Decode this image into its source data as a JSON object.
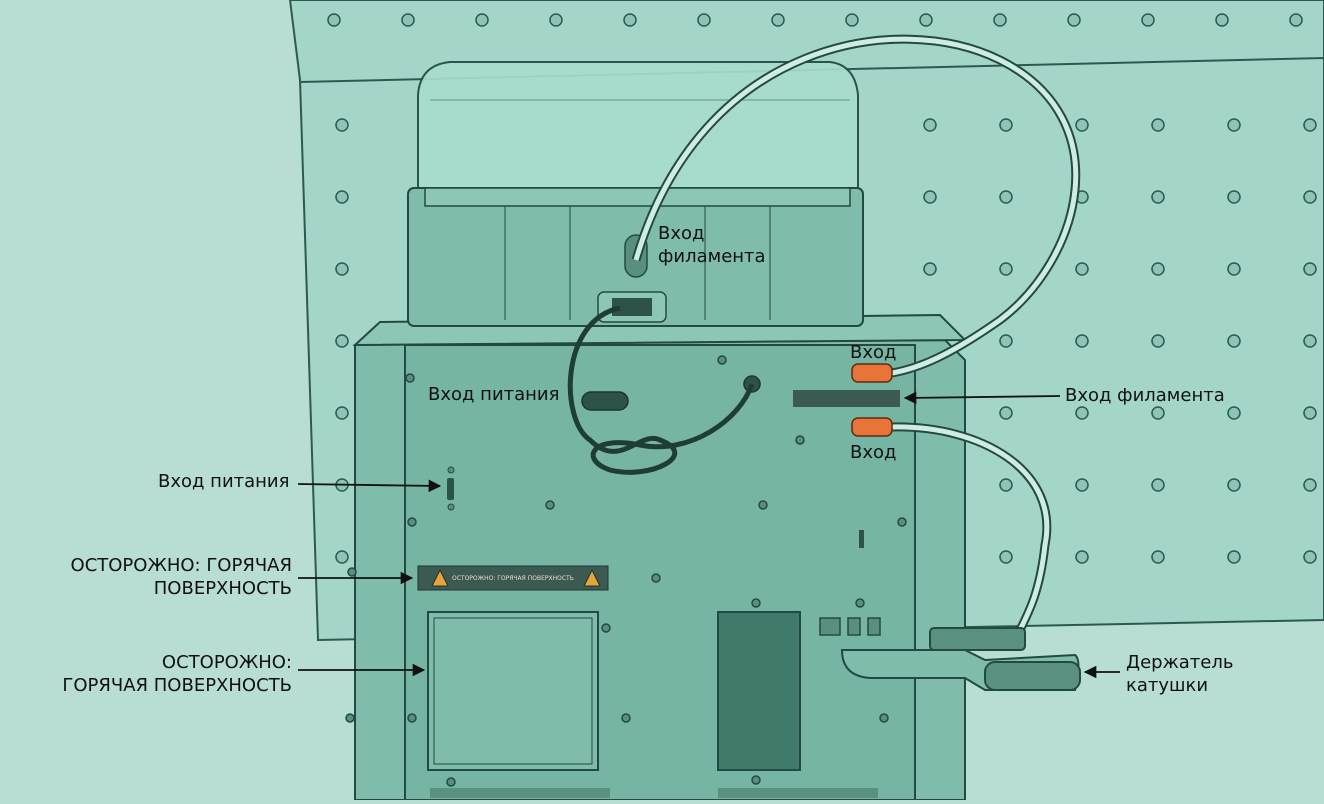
{
  "labels": {
    "filament_inlet_dryer_line1": "Вход",
    "filament_inlet_dryer_line2": "филамента",
    "power_inlet_dryer": "Вход питания",
    "inlet_top": "Вход",
    "filament_inlet_right": "Вход филамента",
    "inlet_bottom": "Вход",
    "power_inlet_left": "Вход питания",
    "hot_surface_1_line1": "ОСТОРОЖНО: ГОРЯЧАЯ",
    "hot_surface_1_line2": "ПОВЕРХНОСТЬ",
    "hot_surface_2_line1": "ОСТОРОЖНО:",
    "hot_surface_2_line2": "ГОРЯЧАЯ ПОВЕРХНОСТЬ",
    "spool_holder_line1": "Держатель",
    "spool_holder_line2": "катушки"
  },
  "sticker": {
    "warning_text": "ОСТОРОЖНО: ГОРЯЧАЯ ПОВЕРХНОСТЬ"
  },
  "colors": {
    "background": "#b8ddd3",
    "pegboard": "#9fd3c5",
    "machine_body": "#7fbcab",
    "accent_orange": "#e8743a",
    "warning_yellow": "#e8a23a"
  }
}
